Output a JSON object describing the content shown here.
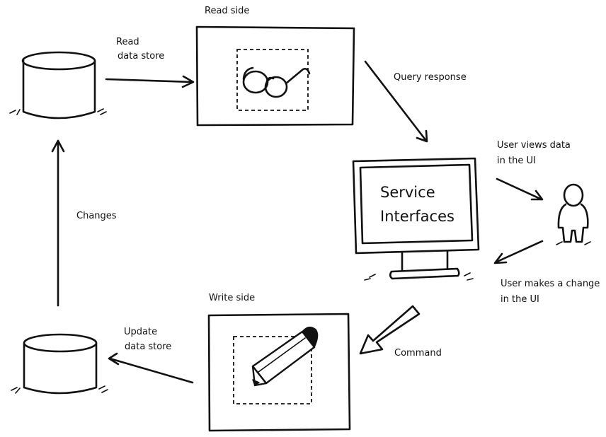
{
  "labels": {
    "read_side": "Read side",
    "write_side": "Write side",
    "read_data_store": [
      "Read",
      "data store"
    ],
    "update_data_store": [
      "Update",
      "data store"
    ],
    "query_response": "Query response",
    "changes": "Changes",
    "command": "Command",
    "user_views": [
      "User views data",
      "in the UI"
    ],
    "user_makes": [
      "User makes a change",
      "in the UI"
    ]
  },
  "monitor": {
    "screen_lines": [
      "Service",
      "Interfaces"
    ]
  },
  "icons": {
    "read_box": "glasses-icon",
    "write_box": "pencil-icon",
    "stores": "database-cylinder-icon",
    "user": "person-icon",
    "monitor": "monitor-icon"
  },
  "colors": {
    "ink": "#111111",
    "background": "#ffffff"
  }
}
